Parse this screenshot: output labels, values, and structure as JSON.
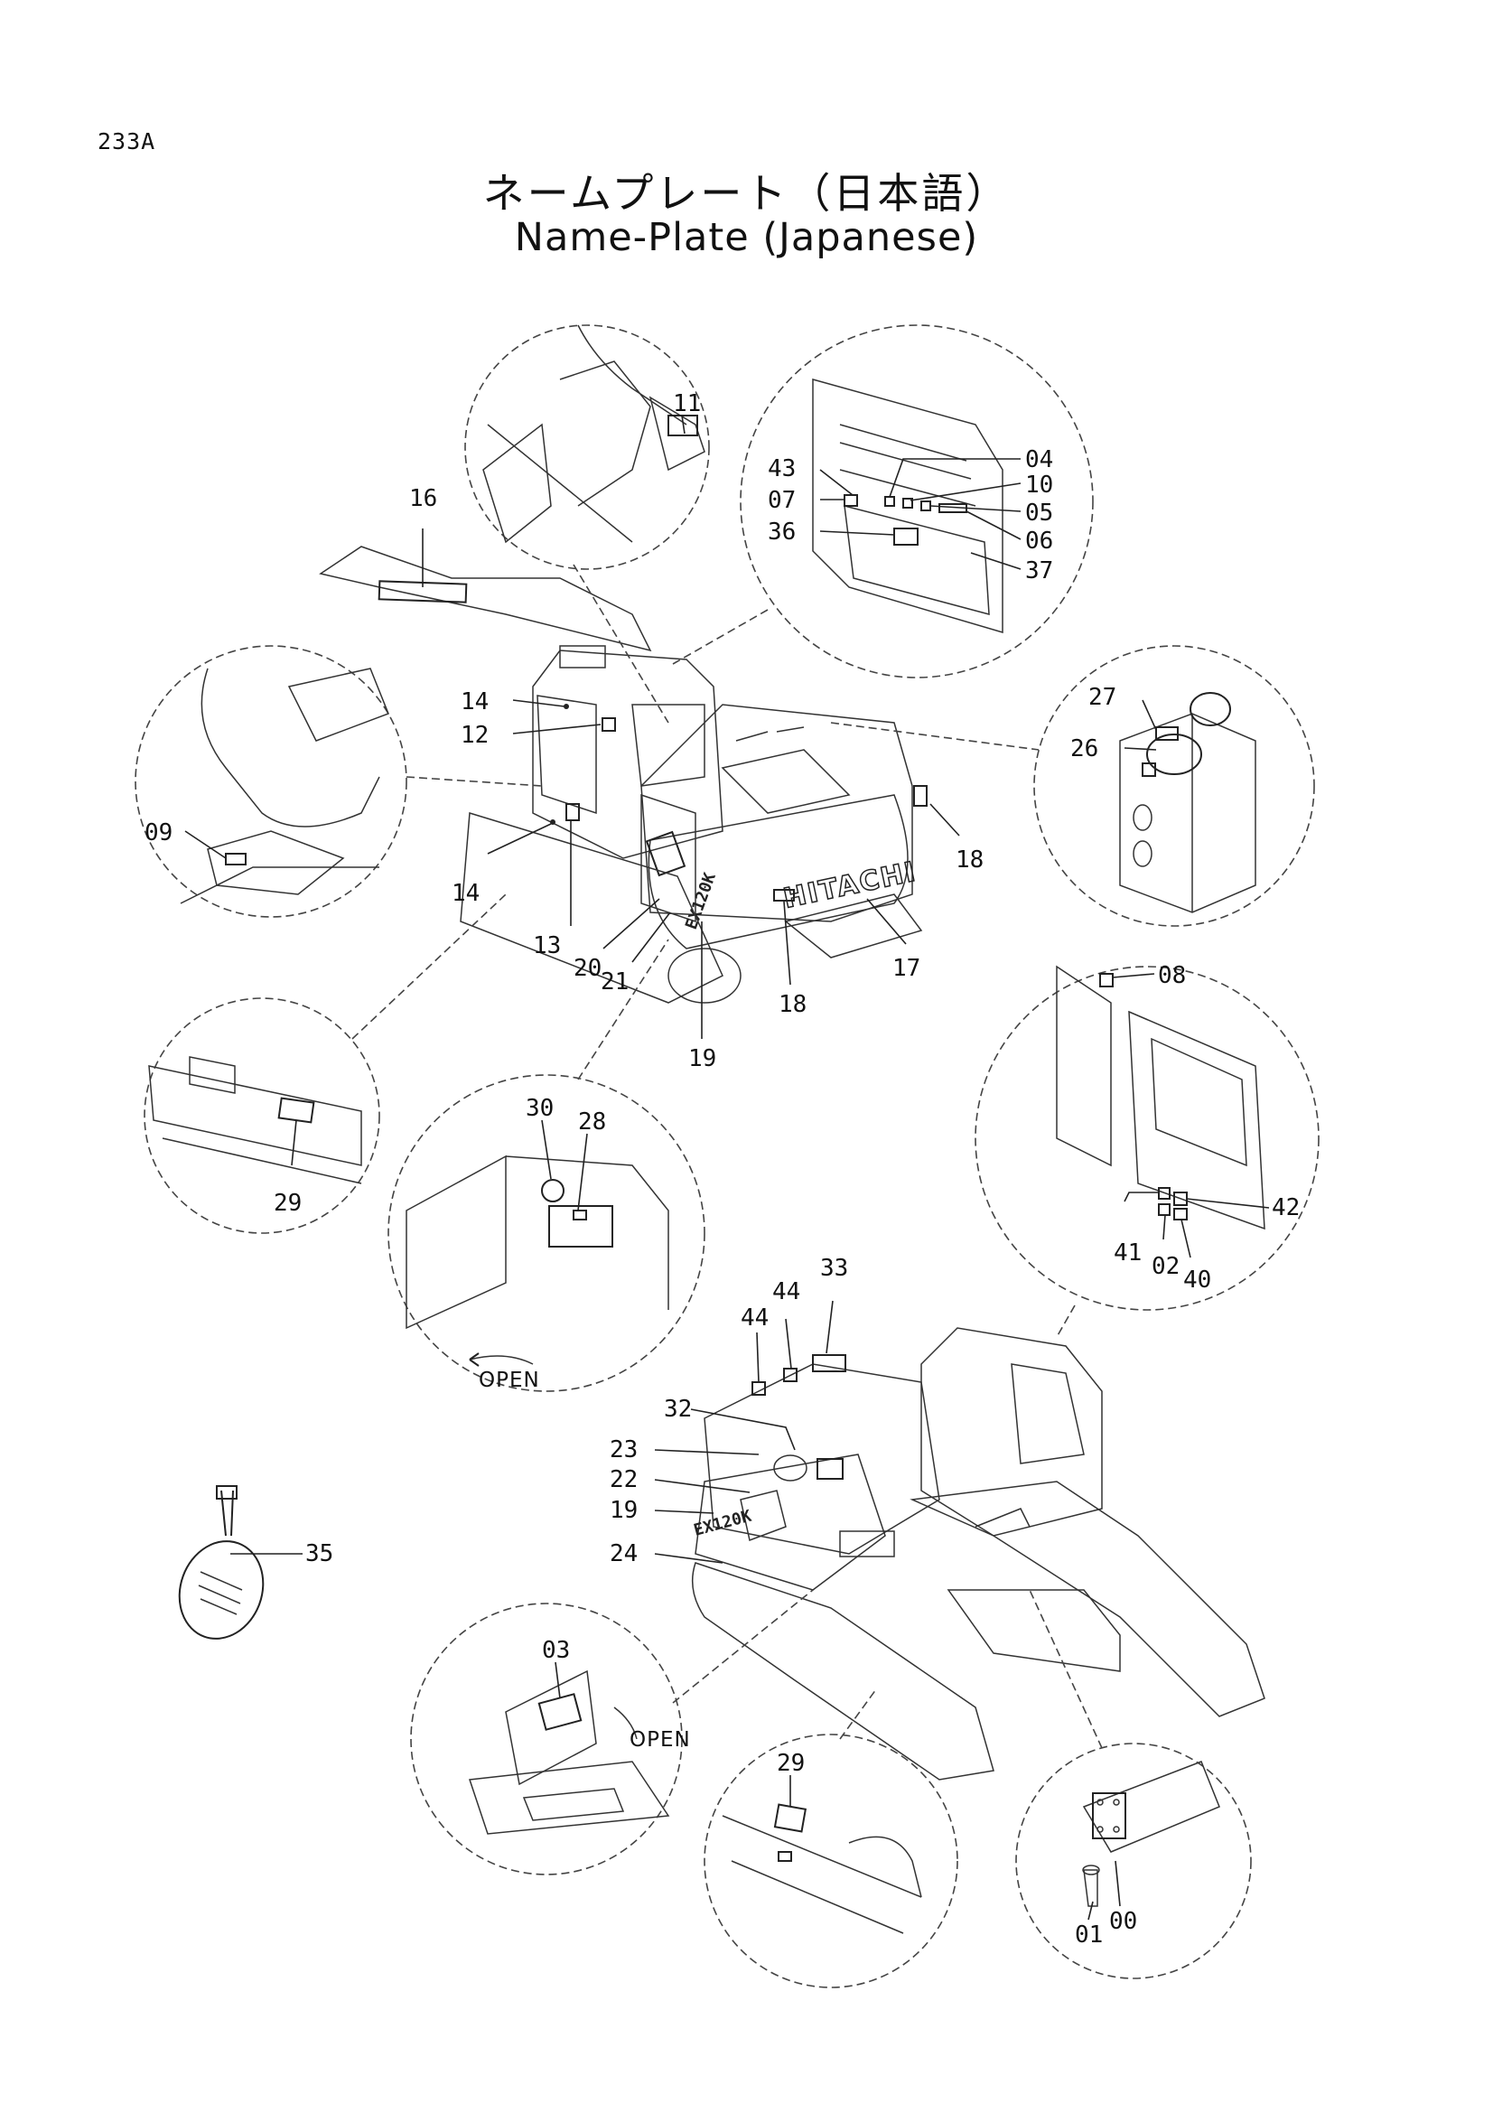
{
  "page_code": "233A",
  "title_ja": "ネームプレート（日本語）",
  "title_en": "Name-Plate (Japanese)",
  "brand": "HITACHI",
  "model_badge_front": "EX120K",
  "model_badge_rear": "EX120K",
  "open_label_battery": "OPEN",
  "open_label_cover": "OPEN",
  "labels": {
    "c11": "11",
    "c16": "16",
    "c43": "43",
    "c07": "07",
    "c36": "36",
    "c04": "04",
    "c10": "10",
    "c05": "05",
    "c06": "06",
    "c37": "37",
    "c14a": "14",
    "c12": "12",
    "c09": "09",
    "c14b": "14",
    "c13": "13",
    "c20": "20",
    "c21": "21",
    "c19a": "19",
    "c18a": "18",
    "c17": "17",
    "c18b": "18",
    "c27": "27",
    "c26": "26",
    "c29a": "29",
    "c30": "30",
    "c28": "28",
    "c08": "08",
    "c41": "41",
    "c02": "02",
    "c40": "40",
    "c42": "42",
    "c33": "33",
    "c44a": "44",
    "c44b": "44",
    "c32": "32",
    "c23": "23",
    "c22": "22",
    "c19b": "19",
    "c24": "24",
    "c35": "35",
    "c03": "03",
    "c29b": "29",
    "c01": "01",
    "c00": "00"
  }
}
